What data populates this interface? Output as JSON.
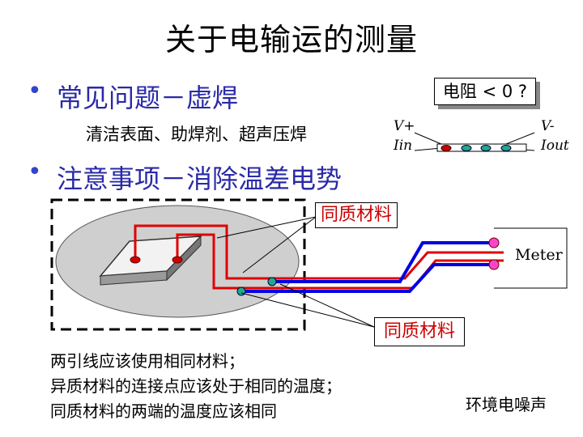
{
  "title": "关于电输运的测量",
  "section1": {
    "heading": "常见问题－虚焊",
    "detail": "清洁表面、助焊剂、超声压焊"
  },
  "section2": {
    "heading": "注意事项－消除温差电势"
  },
  "resistance_box": "电阻 < 0 ?",
  "probe_labels": {
    "v_plus": "V+",
    "i_in": "Iin",
    "v_minus": "V-",
    "i_out": "Iout"
  },
  "callout_same_material_top": "同质材料",
  "callout_same_material_bottom": "同质材料",
  "meter_label": "Meter",
  "notes": [
    "两引线应该使用相同材料；",
    "异质材料的连接点应该处于相同的温度；",
    "同质材料的两端的温度应该相同"
  ],
  "environment_noise": "环境电噪声",
  "colors": {
    "heading_blue": "#2a2aa8",
    "wire_red": "#e00000",
    "wire_blue": "#0000e0",
    "label_red": "#cc0000",
    "ellipse_gray": "#cfcfcf"
  }
}
